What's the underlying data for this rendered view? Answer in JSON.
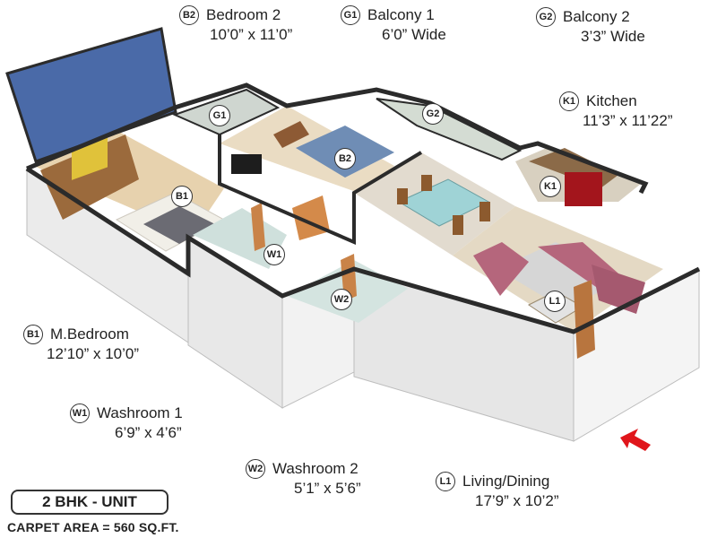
{
  "legend": {
    "b2": {
      "code": "B2",
      "name": "Bedroom 2",
      "dims": "10’0” x 11’0”"
    },
    "g1": {
      "code": "G1",
      "name": "Balcony 1",
      "dims": "6’0” Wide"
    },
    "g2": {
      "code": "G2",
      "name": "Balcony 2",
      "dims": "3’3” Wide"
    },
    "k1": {
      "code": "K1",
      "name": "Kitchen",
      "dims": "11’3” x 11’22”"
    },
    "b1": {
      "code": "B1",
      "name": "M.Bedroom",
      "dims": "12’10” x 10’0”"
    },
    "w1": {
      "code": "W1",
      "name": "Washroom 1",
      "dims": "6’9” x 4’6”"
    },
    "w2": {
      "code": "W2",
      "name": "Washroom 2",
      "dims": "5’1” x 5’6”"
    },
    "l1": {
      "code": "L1",
      "name": "Living/Dining",
      "dims": "17’9” x 10’2”"
    }
  },
  "unit_label": "2 BHK - UNIT",
  "carpet_area": "CARPET AREA = 560 SQ.FT.",
  "colors": {
    "wall_top": "#2b2b2b",
    "wall_side": "#e9e9e9",
    "accent_wall": "#4a6aa8",
    "floor_wood": "#d8c09a",
    "floor_tile": "#d9d3c8",
    "washroom_tile": "#cfe0dc",
    "sofa": "#b5667c",
    "kitchen_red": "#a3151c",
    "entry_arrow": "#e0161b"
  }
}
